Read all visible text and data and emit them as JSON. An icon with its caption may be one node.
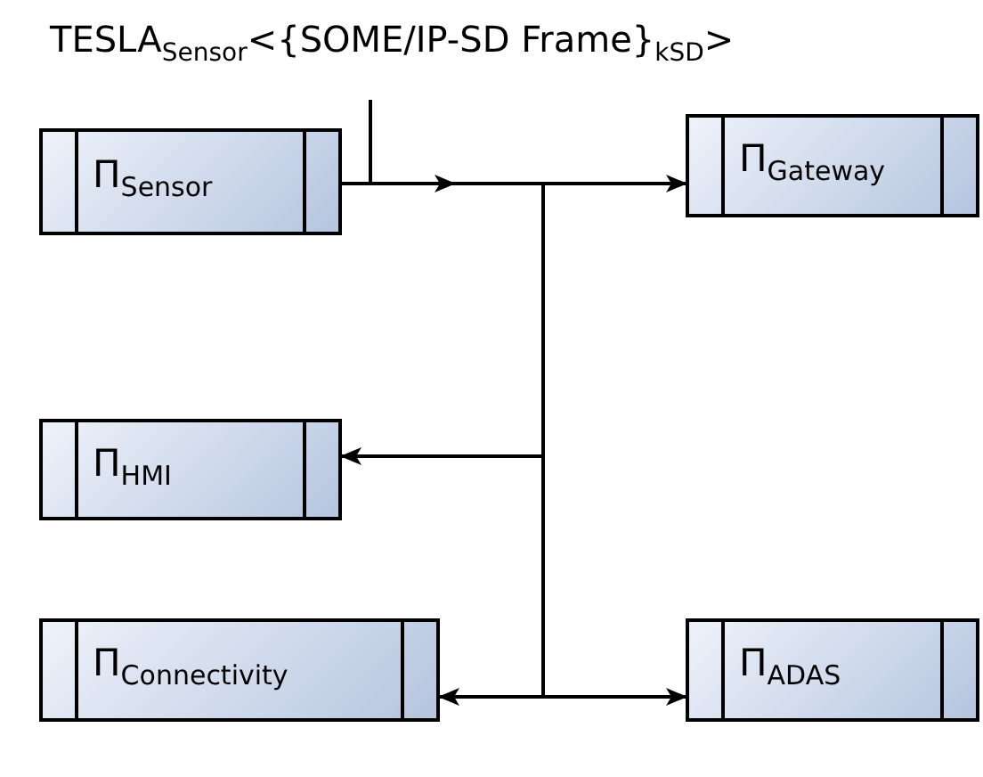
{
  "diagram": {
    "nodes": [
      {
        "text": [
          "TESLA$_{Sensor}$<{SOME/IP-SD Frame}$_{kSD}$>"
        ]
      },
      {
        "text": [
          "Π$_{Sensor}$"
        ]
      },
      {
        "text": [
          "Π$_{Gateway}$"
        ]
      },
      {
        "text": [
          "Π$_{HMI}$"
        ]
      },
      {
        "text": [
          "Π$_{Connectivity}$"
        ]
      },
      {
        "text": [
          "Π$_{ADAS}$"
        ]
      }
    ],
    "edges": [
      {
        "from": 0,
        "to": null,
        "arrow": "none"
      },
      {
        "from": 1,
        "to": 2,
        "arrow": "to"
      },
      {
        "from": 1,
        "to": 3,
        "arrow": "to"
      },
      {
        "from": 1,
        "to": 4,
        "arrow": "to"
      },
      {
        "from": 1,
        "to": 5,
        "arrow": "to"
      }
    ]
  }
}
